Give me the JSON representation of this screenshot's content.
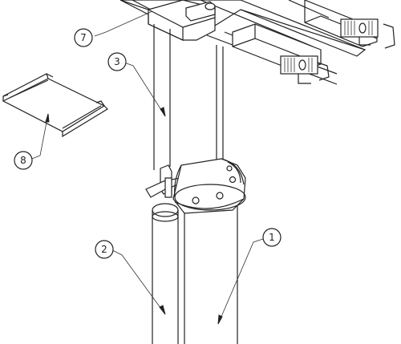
{
  "callouts": {
    "c1": "1",
    "c2": "2",
    "c3": "3",
    "c7": "7",
    "c8": "8"
  },
  "colors": {
    "line": "#222222",
    "background": "#ffffff",
    "fill_gray": "#bdbdbd"
  }
}
